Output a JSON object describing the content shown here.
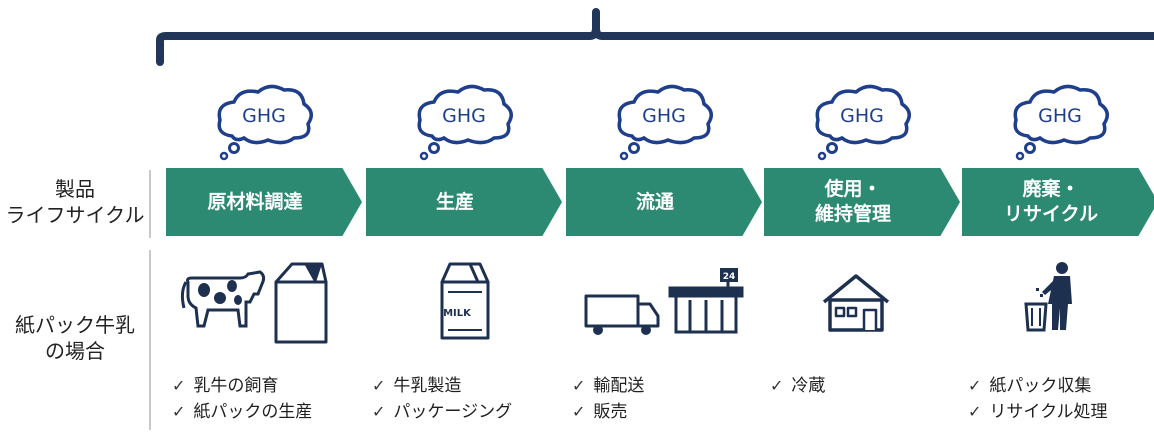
{
  "row_labels": {
    "lifecycle": "製品\nライフサイクル",
    "milk_case": "紙パック牛乳\nの場合"
  },
  "cloud_text": "GHG",
  "colors": {
    "stage_green": "#2c8a72",
    "bracket_navy": "#22365a",
    "cloud_blue": "#1f3f8c",
    "icon_dark": "#1e3050"
  },
  "stages": [
    {
      "label": "原材料調達",
      "icon": "cow-and-milk-carton-icon",
      "checks": [
        "乳牛の飼育",
        "紙パックの生産"
      ]
    },
    {
      "label": "生産",
      "icon": "milk-carton-icon",
      "carton_text": "MILK",
      "checks": [
        "牛乳製造",
        "パッケージング"
      ]
    },
    {
      "label": "流通",
      "icon": "truck-and-store-icon",
      "store_sign": "24",
      "checks": [
        "輸配送",
        "販売"
      ]
    },
    {
      "label": "使用・\n維持管理",
      "icon": "house-icon",
      "checks": [
        "冷蔵"
      ]
    },
    {
      "label": "廃棄・\nリサイクル",
      "icon": "trash-disposal-icon",
      "checks": [
        "紙パック収集",
        "リサイクル処理"
      ]
    }
  ]
}
